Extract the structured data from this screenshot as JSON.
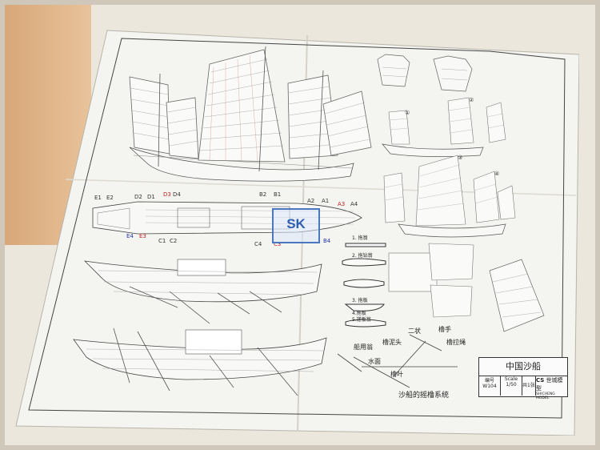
{
  "labels_top": {
    "e1": "E1",
    "e2": "E2",
    "d2": "D2",
    "d1": "D1",
    "d3": "D3",
    "d4": "D4",
    "b2": "B2",
    "b1": "B1",
    "a2": "A2",
    "a1": "A1",
    "a3": "A3",
    "a4": "A4"
  },
  "labels_bottom": {
    "e4": "E4",
    "e3": "E3",
    "c1": "C1",
    "c2": "C2",
    "c4": "C4",
    "c3": "C3",
    "b4": "B4"
  },
  "sail_labels": {
    "one": "①",
    "two": "②",
    "three": "③",
    "four": "④"
  },
  "tools": {
    "t1": "1. 拖翁",
    "t2": "2. 拖钻翁",
    "t3": "3. 拖板",
    "t4": "4.拖板",
    "t5": "5.搓板翁"
  },
  "oar": {
    "boat_use": "船用翁",
    "head": "橹泥头",
    "bend": "二状",
    "hand": "橹手",
    "rope": "橹拉绳",
    "water": "水面",
    "blade": "橹叶",
    "caption": "沙船的摇橹系统"
  },
  "title_block": {
    "title": "中国沙船",
    "code_label": "编号",
    "code": "W104",
    "scale_label": "Scale",
    "scale": "1/50",
    "sheets": "共1张",
    "brand": "世城模型",
    "brand_en": "SHICHENG MODEL",
    "logo": "CS"
  },
  "watermark": "SK"
}
